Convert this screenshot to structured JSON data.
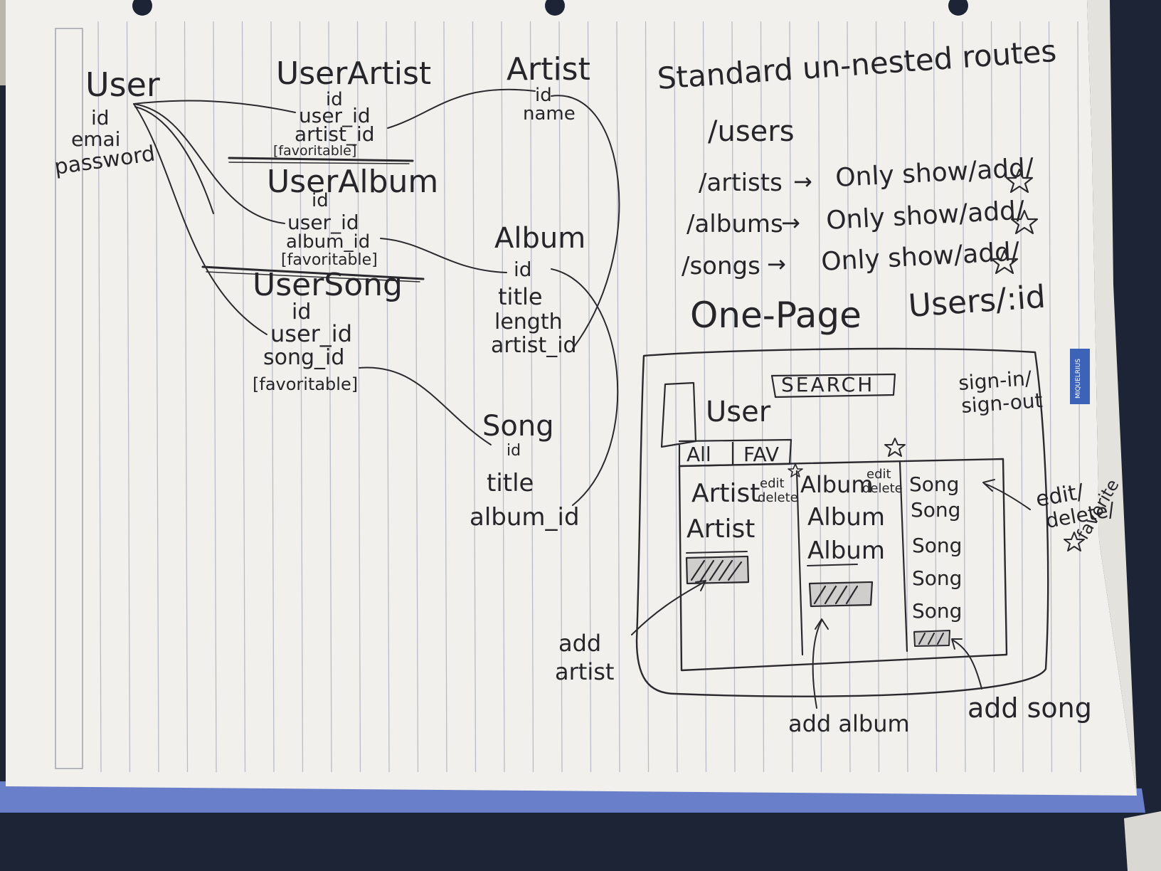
{
  "colors": {
    "paper": "#f1f0ec",
    "ink": "#26262a",
    "ruled_line": "#b9bcc8",
    "desk": "#1c2436",
    "strip": "#6a7fc9"
  },
  "icons": [
    "star-icon",
    "hole-punch-icon",
    "brand-logo-icon"
  ],
  "brand": {
    "text": "MIQUELRIUS"
  },
  "schema": {
    "user": {
      "name": "User",
      "fields": [
        "id",
        "emai",
        "password"
      ]
    },
    "user_artist": {
      "name": "UserArtist",
      "fields": [
        "id",
        "user_id",
        "artist_id",
        "[favoritable]"
      ]
    },
    "user_album": {
      "name": "UserAlbum",
      "fields": [
        "id",
        "user_id",
        "album_id",
        "[favoritable]"
      ]
    },
    "user_song": {
      "name": "UserSong",
      "fields": [
        "id",
        "user_id",
        "song_id",
        "[favoritable]"
      ]
    },
    "artist": {
      "name": "Artist",
      "fields": [
        "id",
        "name"
      ]
    },
    "album": {
      "name": "Album",
      "fields": [
        "id",
        "title",
        "length",
        "artist_id"
      ]
    },
    "song": {
      "name": "Song",
      "fields": [
        "id",
        "title",
        "album_id"
      ]
    }
  },
  "routes": {
    "heading": "Standard un-nested routes",
    "items": [
      {
        "path": "/users",
        "arrow": "",
        "note": ""
      },
      {
        "path": "/artists",
        "arrow": "→",
        "note": "Only show/add/"
      },
      {
        "path": "/albums",
        "arrow": "→",
        "note": "Only show/add/"
      },
      {
        "path": "/songs",
        "arrow": "→",
        "note": "Only show/add/"
      }
    ],
    "one_page_label": "One-Page",
    "one_page_route": "Users/:id"
  },
  "wireframe": {
    "user_label": "User",
    "search_label": "SEARCH",
    "sign_in_label": "sign-in/",
    "sign_out_label": "sign-out",
    "tab_all": "All",
    "tab_fav": "FAV",
    "artist_col": {
      "items": [
        "Artist",
        "Artist"
      ],
      "edit": "edit",
      "delete": "delete"
    },
    "album_col": {
      "items": [
        "Album",
        "Album",
        "Album"
      ],
      "edit": "edit",
      "delete": "delete"
    },
    "song_col": {
      "items": [
        "Song",
        "Song",
        "Song",
        "Song",
        "Song"
      ]
    }
  },
  "annotations": {
    "add_artist_line1": "add",
    "add_artist_line2": "artist",
    "add_album": "add album",
    "add_song": "add song",
    "edit_line": "edit/",
    "delete_line": "delete/",
    "favorite_line": "favorite"
  }
}
